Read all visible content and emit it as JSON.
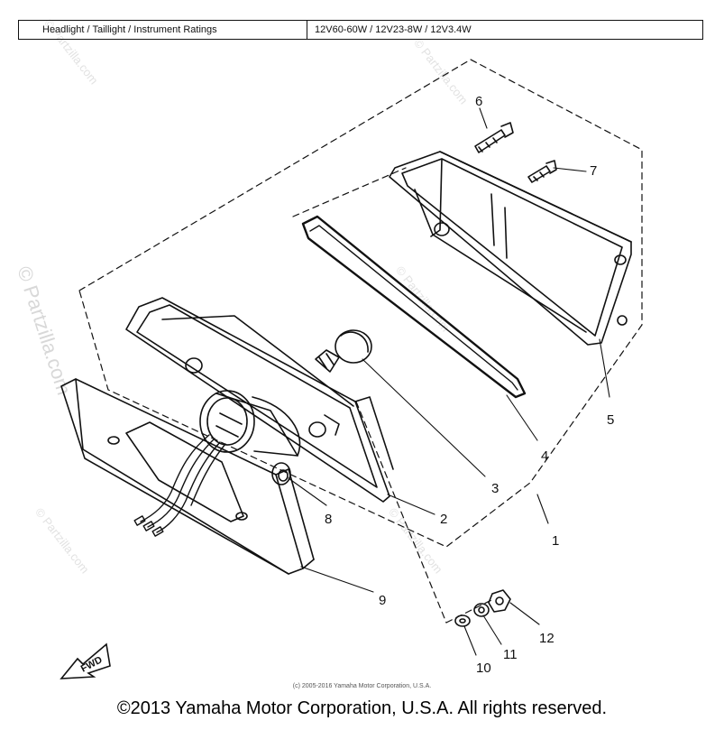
{
  "ratings": {
    "label": "Headlight / Taillight / Instrument Ratings",
    "value": "12V60-60W / 12V23-8W / 12V3.4W"
  },
  "parts": {
    "p1": "1",
    "p2": "2",
    "p3": "3",
    "p4": "4",
    "p5": "5",
    "p6": "6",
    "p7": "7",
    "p8": "8",
    "p9": "9",
    "p10": "10",
    "p11": "11",
    "p12": "12"
  },
  "fwd_label": "FWD",
  "watermark": "© Partzilla.com",
  "copyright_small": "(c) 2005-2016 Yamaha Motor Corporation, U.S.A.",
  "copyright_main": "©2013 Yamaha Motor Corporation, U.S.A. All rights reserved."
}
